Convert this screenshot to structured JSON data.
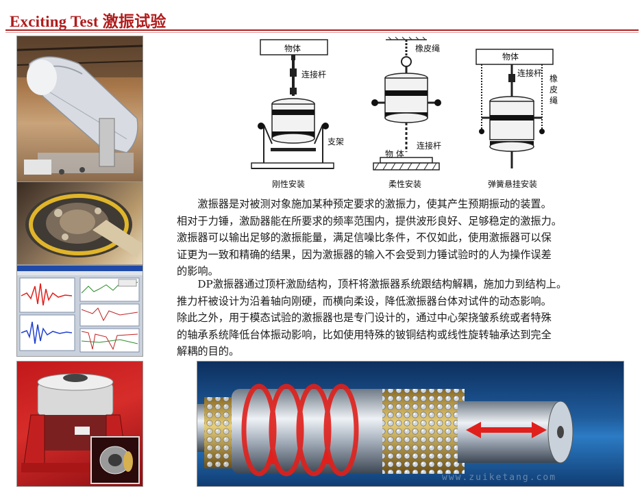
{
  "title": "Exciting Test 激振试验",
  "diagrams": {
    "rigid": {
      "object_label": "物体",
      "rod_label": "连接杆",
      "support_label": "支架",
      "caption": "刚性安装"
    },
    "flexible": {
      "rope_label": "橡皮绳",
      "object_label": "物 体",
      "rod_label": "连接杆",
      "caption": "柔性安装"
    },
    "spring": {
      "object_label": "物体",
      "rod_label": "连接杆",
      "rope_label_lines": [
        "橡",
        "皮",
        "绳"
      ],
      "caption": "弹簧悬挂安装"
    }
  },
  "paragraphs": [
    {
      "lines": [
        "　　激振器是对被测对象施加某种预定要求的激振力，使其产生预期振动的装置。",
        "相对于力锤，激励器能在所要求的频率范围内，提供波形良好、足够稳定的激振力。",
        "激振器可以输出足够的激振能量，满足信噪比条件，不仅如此，使用激振器可以保",
        "证更为一致和精确的结果，因为激振器的输入不会受到力锤试验时的人为操作误差",
        "的影响。"
      ]
    },
    {
      "lines": [
        "　　DP激振器通过顶杆激励结构，顶杆将激振器系统跟结构解耦，施加力到结构上。",
        "推力杆被设计为沿着轴向刚硬，而横向柔设，降低激振器台体对试件的动态影响。",
        "除此之外，用于模态试验的激振器也是专门设计的，通过中心架挠皱系统或者特殊",
        "的轴承系统降低台体振动影响，比如使用特殊的铍铜结构或线性旋转轴承达到完全",
        "解耦的目的。"
      ]
    }
  ],
  "watermark": "www.zuiketang.com",
  "colors": {
    "title": "#b01c1c",
    "rule": "#b01c1c",
    "arrow_red": "#e0201c",
    "trace_red": "#e0201c",
    "trace_blue": "#1f3fd0"
  }
}
